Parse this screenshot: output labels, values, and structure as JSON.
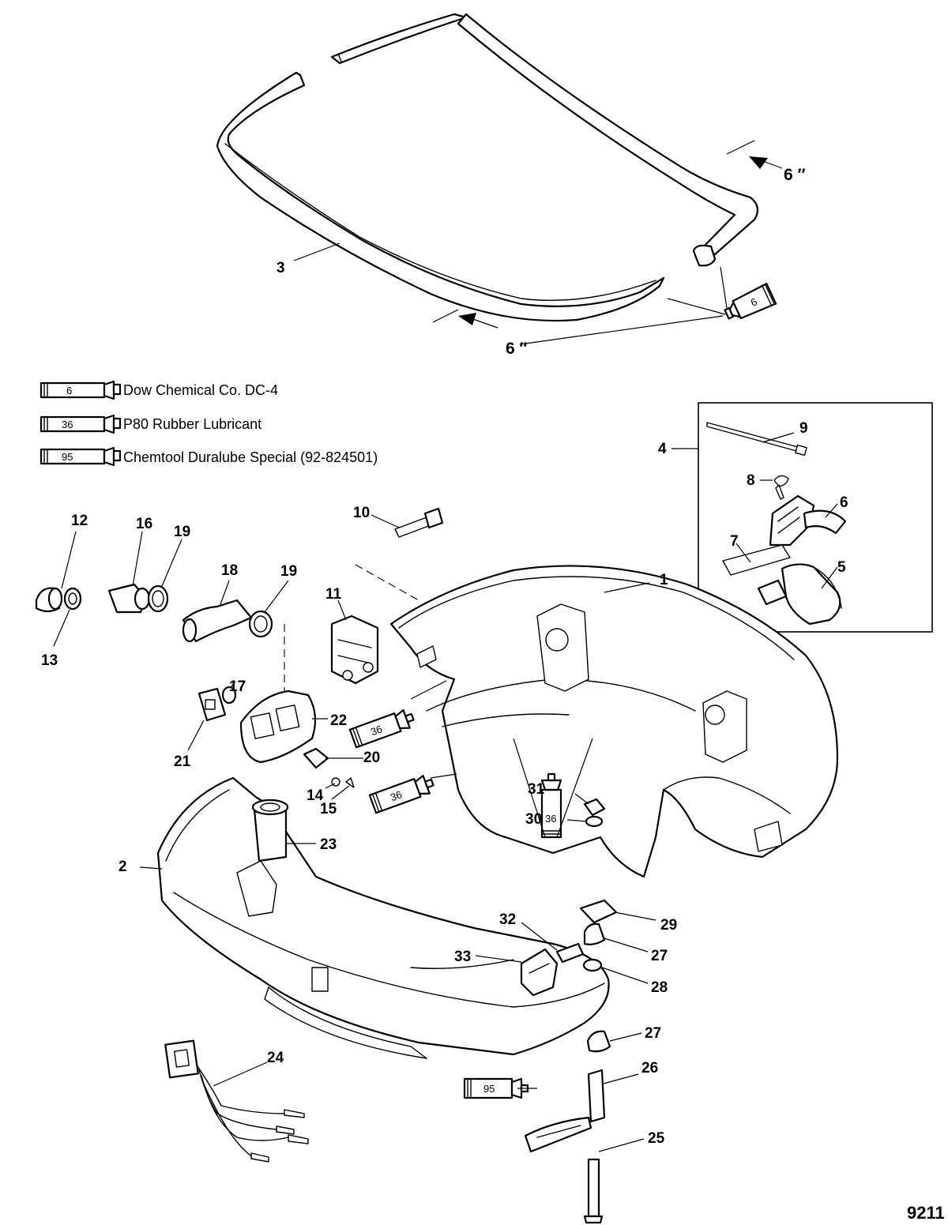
{
  "legend": [
    {
      "code": "6",
      "text": "Dow Chemical Co. DC-4"
    },
    {
      "code": "36",
      "text": "P80 Rubber Lubricant"
    },
    {
      "code": "95",
      "text": "Chemtool Duralube Special (92-824501)"
    }
  ],
  "dimension_label": "6 ″",
  "callouts": [
    "1",
    "2",
    "3",
    "4",
    "5",
    "6",
    "7",
    "8",
    "9",
    "10",
    "11",
    "12",
    "13",
    "14",
    "15",
    "16",
    "17",
    "18",
    "19",
    "19",
    "20",
    "21",
    "22",
    "23",
    "24",
    "25",
    "26",
    "27",
    "27",
    "28",
    "29",
    "30",
    "31",
    "32",
    "33"
  ],
  "tube_codes": {
    "seal": "6",
    "upper_a": "36",
    "upper_b": "36",
    "cowl_center": "36",
    "handle": "95"
  },
  "figure_id": "9211"
}
